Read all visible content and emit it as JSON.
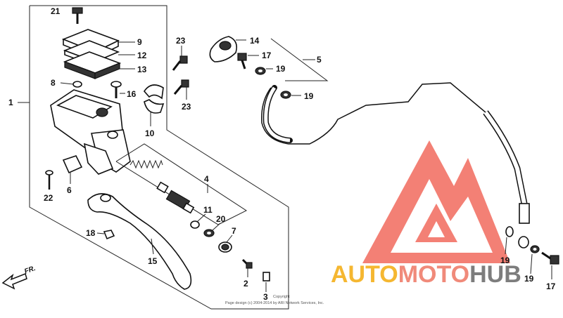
{
  "callouts": {
    "c1": "1",
    "c2": "2",
    "c3": "3",
    "c4": "4",
    "c5": "5",
    "c6": "6",
    "c7": "7",
    "c8": "8",
    "c9": "9",
    "c10": "10",
    "c11": "11",
    "c12": "12",
    "c13": "13",
    "c14": "14",
    "c15": "15",
    "c16": "16",
    "c17a": "17",
    "c17b": "17",
    "c18": "18",
    "c19a": "19",
    "c19b": "19",
    "c19c": "19",
    "c19d": "19",
    "c20": "20",
    "c21": "21",
    "c22": "22",
    "c23a": "23",
    "c23b": "23"
  },
  "direction_label": "FR.",
  "copyright_line1": "Copyright",
  "copyright_line2": "Page design (c) 2004-2014 by ARI Network Services, Inc.",
  "watermark": {
    "part1": "AUTO",
    "part2": "MOTO",
    "part3": "HUB",
    "color_auto": "#f5b731",
    "color_moto": "#f08a7a",
    "color_hub": "#7d7d7d",
    "color_triangle": "#f26a5e"
  }
}
